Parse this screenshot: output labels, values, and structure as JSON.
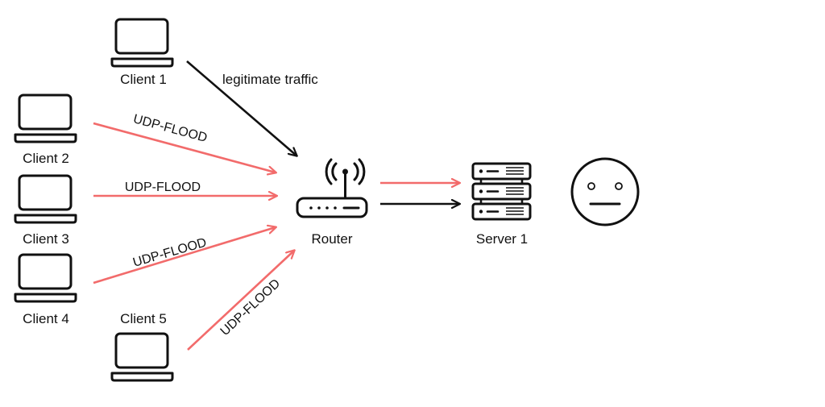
{
  "colors": {
    "flood_arrow": "#f26b6b",
    "legit_arrow": "#111111",
    "icon": "#111111",
    "background": "#ffffff"
  },
  "nodes": {
    "client1": {
      "label": "Client 1",
      "icon": "laptop-icon"
    },
    "client2": {
      "label": "Client 2",
      "icon": "laptop-icon"
    },
    "client3": {
      "label": "Client 3",
      "icon": "laptop-icon"
    },
    "client4": {
      "label": "Client 4",
      "icon": "laptop-icon"
    },
    "client5": {
      "label": "Client 5",
      "icon": "laptop-icon"
    },
    "router": {
      "label": "Router",
      "icon": "wifi-router-icon"
    },
    "server": {
      "label": "Server 1",
      "icon": "server-rack-icon"
    },
    "face": {
      "icon": "neutral-face-icon"
    }
  },
  "edges": {
    "client1_router": {
      "label": "legitimate traffic",
      "kind": "legitimate"
    },
    "client2_router": {
      "label": "UDP-FLOOD",
      "kind": "flood"
    },
    "client3_router": {
      "label": "UDP-FLOOD",
      "kind": "flood"
    },
    "client4_router": {
      "label": "UDP-FLOOD",
      "kind": "flood"
    },
    "client5_router": {
      "label": "UDP-FLOOD",
      "kind": "flood"
    },
    "router_server_flood": {
      "label": "",
      "kind": "flood"
    },
    "router_server_legit": {
      "label": "",
      "kind": "legitimate"
    }
  }
}
